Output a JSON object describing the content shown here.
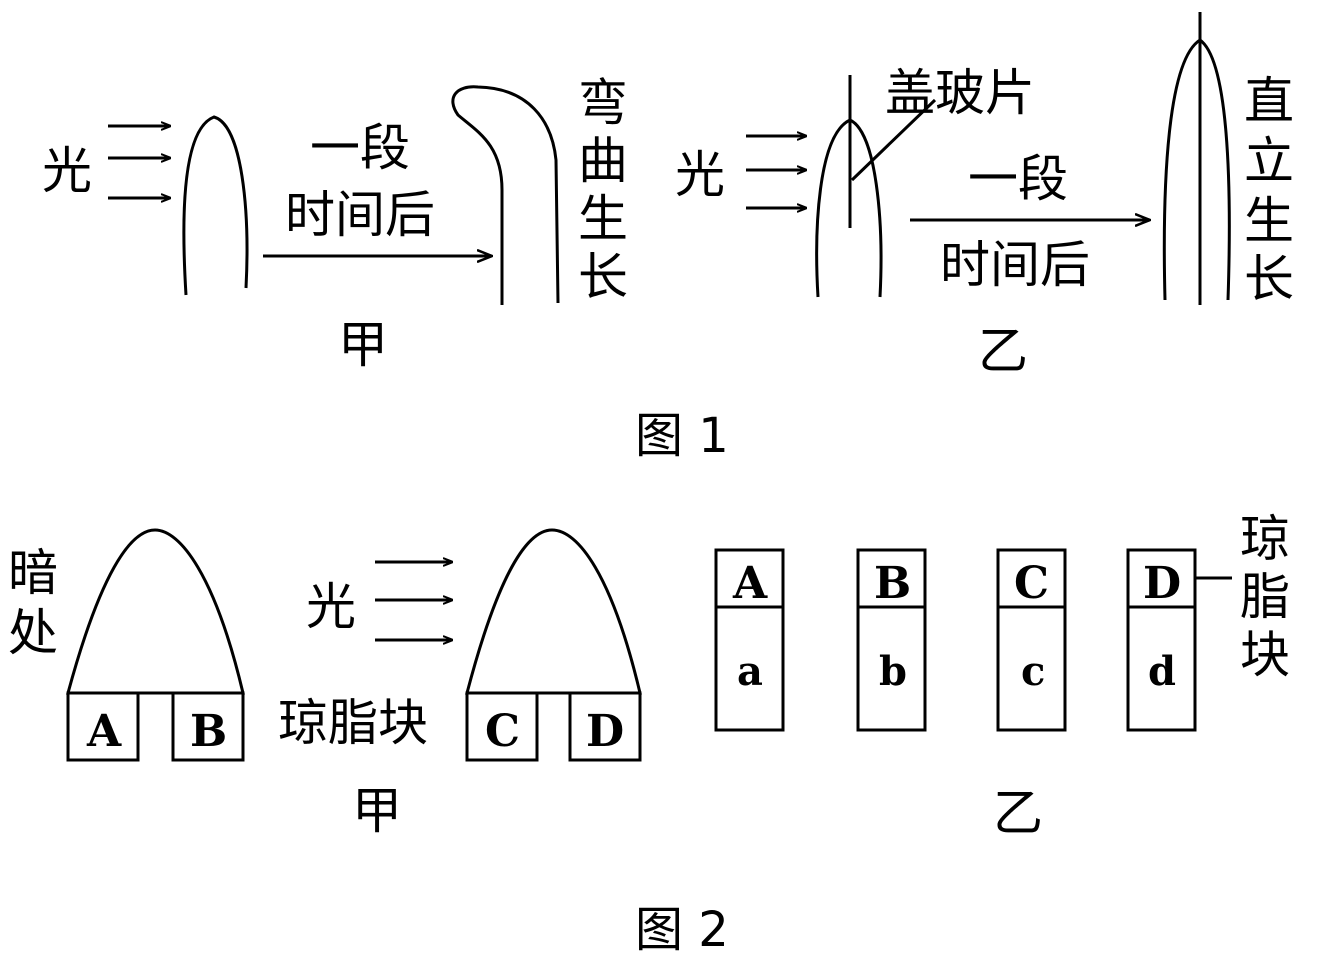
{
  "figure1": {
    "caption": "图 1",
    "jia": {
      "label": "甲",
      "light_label": "光",
      "arrow_top": "一段",
      "arrow_bottom": "时间后",
      "result": [
        "弯",
        "曲",
        "生",
        "长"
      ]
    },
    "yi": {
      "label": "乙",
      "light_label": "光",
      "cover_label": "盖玻片",
      "arrow_top": "一段",
      "arrow_bottom": "时间后",
      "result": [
        "直",
        "立",
        "生",
        "长"
      ]
    }
  },
  "figure2": {
    "caption": "图 2",
    "jia": {
      "label": "甲",
      "dark_label": [
        "暗",
        "处"
      ],
      "light_label": "光",
      "agar_label": "琼脂块",
      "blocks": [
        "A",
        "B",
        "C",
        "D"
      ]
    },
    "yi": {
      "label": "乙",
      "agar_label": [
        "琼",
        "脂",
        "块"
      ],
      "columns": [
        {
          "top": "A",
          "bottom": "a"
        },
        {
          "top": "B",
          "bottom": "b"
        },
        {
          "top": "C",
          "bottom": "c"
        },
        {
          "top": "D",
          "bottom": "d"
        }
      ]
    }
  }
}
